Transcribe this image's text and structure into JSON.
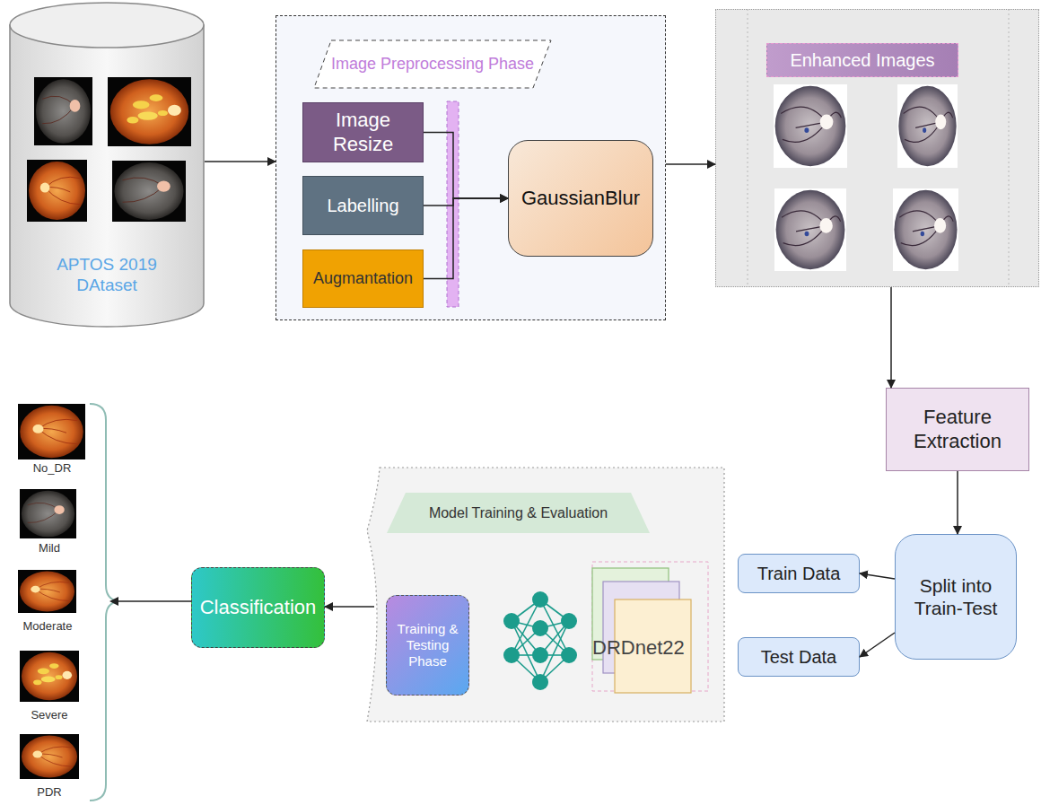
{
  "diagram": {
    "nodes": [
      {
        "text": [
          "APTOS 2019 DAtaset"
        ]
      },
      {
        "text": [
          "Image Preprocessing Phase"
        ]
      },
      {
        "text": [
          "Image Resize"
        ],
        "in": 1
      },
      {
        "text": [
          "Labelling"
        ],
        "in": 1
      },
      {
        "text": [
          "Augmantation"
        ],
        "in": 1
      },
      {
        "text": [
          "GaussianBlur"
        ],
        "in": 1
      },
      {
        "text": [
          "Enhanced Images"
        ]
      },
      {
        "text": [
          "Feature Extraction"
        ]
      },
      {
        "text": [
          "Split into Train-Test"
        ]
      },
      {
        "text": [
          "Train Data"
        ]
      },
      {
        "text": [
          "Test Data"
        ]
      },
      {
        "text": [
          "Model Training & Evaluation"
        ]
      },
      {
        "text": [
          "Training & Testing Phase"
        ],
        "in": 11
      },
      {
        "text": [
          "DRDnet22"
        ],
        "in": 11
      },
      {
        "text": [
          "Classification"
        ]
      }
    ],
    "edges": [
      {
        "from": 0,
        "to": 1,
        "arrow": "to"
      },
      {
        "from": 2,
        "to": 5,
        "arrow": "to"
      },
      {
        "from": 3,
        "to": 5,
        "arrow": "to"
      },
      {
        "from": 4,
        "to": 5,
        "arrow": "to"
      },
      {
        "from": 1,
        "to": 6,
        "arrow": "to"
      },
      {
        "from": 6,
        "to": 7,
        "arrow": "to"
      },
      {
        "from": 7,
        "to": 8,
        "arrow": "to"
      },
      {
        "from": 8,
        "to": 9,
        "arrow": "to"
      },
      {
        "from": 8,
        "to": 10,
        "arrow": "to"
      },
      {
        "from": 11,
        "to": 14,
        "arrow": "to"
      }
    ],
    "labels": [
      "No_DR",
      "Mild",
      "Moderate",
      "Severe",
      "PDR"
    ]
  }
}
